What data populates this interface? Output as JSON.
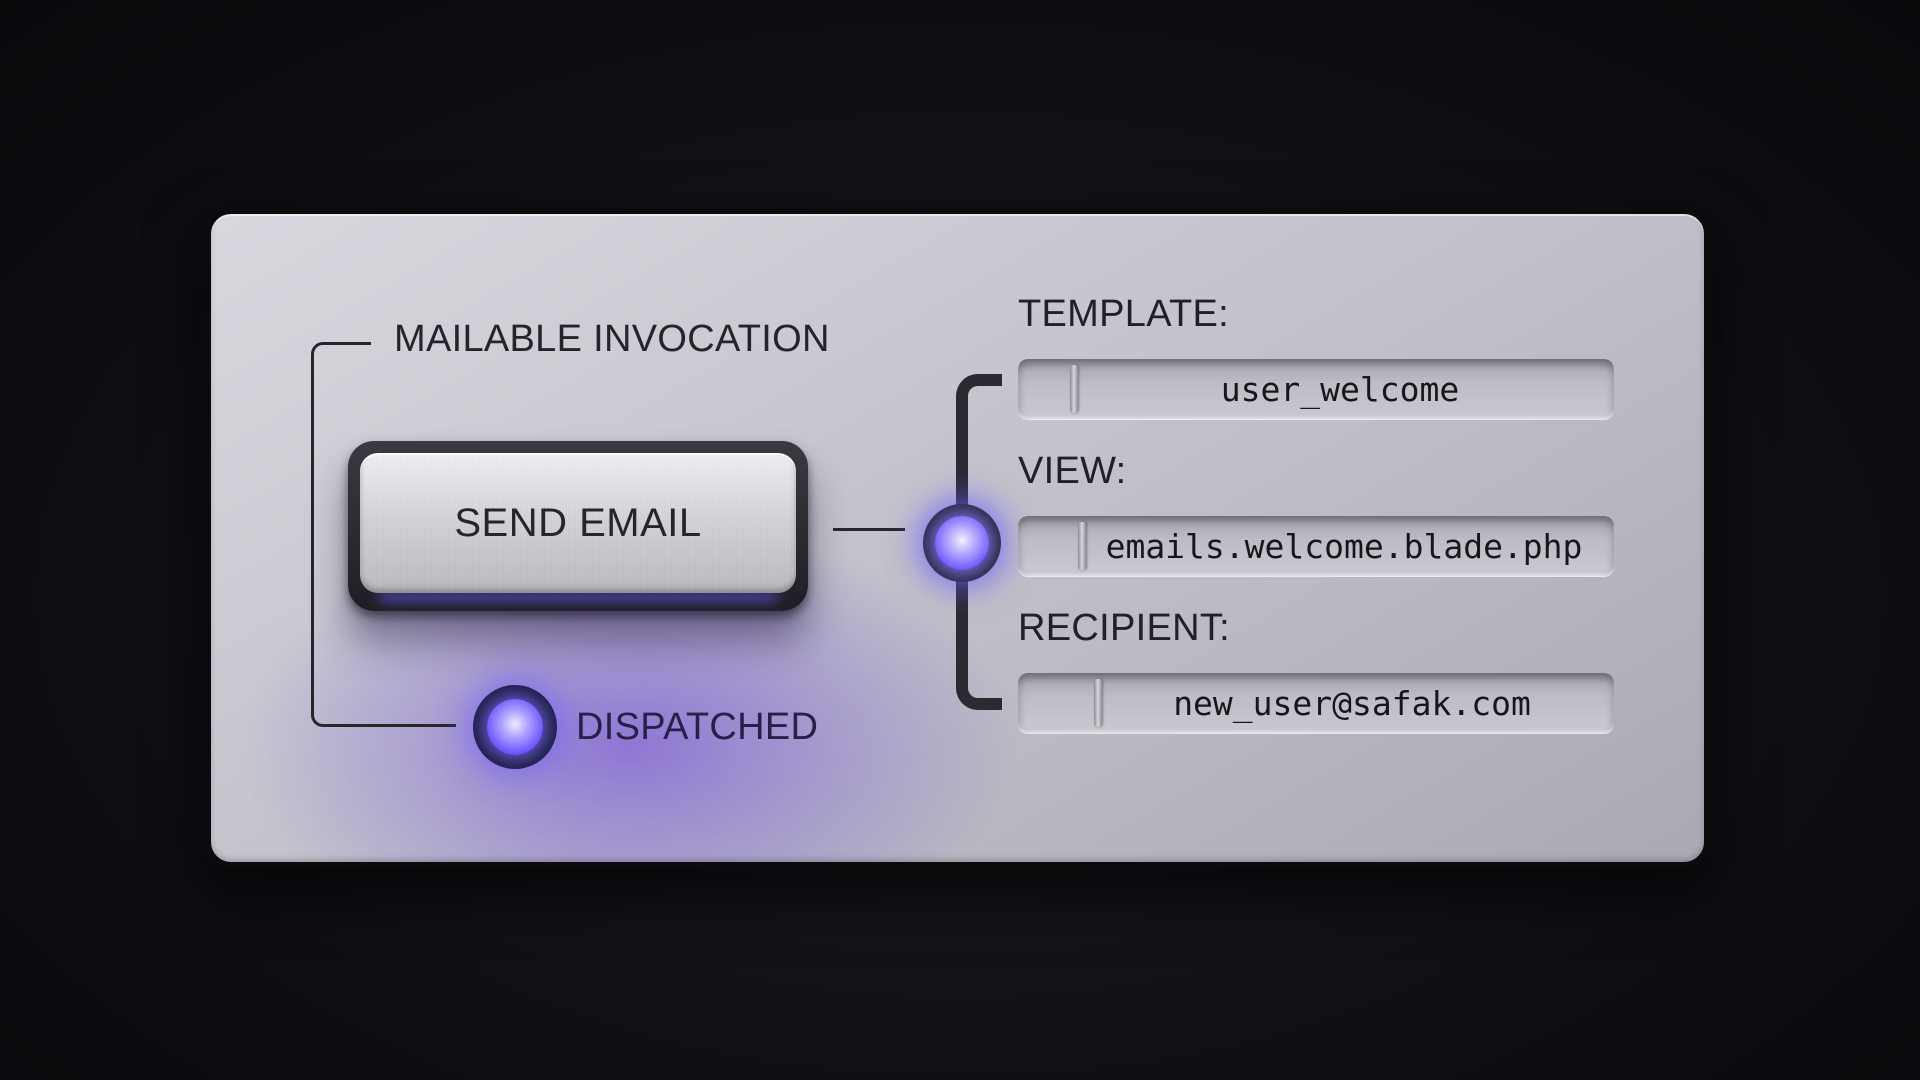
{
  "panel": {
    "section_title": "MAILABLE INVOCATION",
    "send_button_label": "SEND EMAIL",
    "status_label": "DISPATCHED"
  },
  "fields": {
    "template": {
      "label": "TEMPLATE:",
      "value": "user_welcome"
    },
    "view": {
      "label": "VIEW:",
      "value": "emails.welcome.blade.php"
    },
    "recipient": {
      "label": "RECIPIENT:",
      "value": "new_user@safak.com"
    }
  },
  "colors": {
    "accent_led": "#6b55ff",
    "panel_metal": "#c8c8d0",
    "background": "#0f0f14"
  }
}
